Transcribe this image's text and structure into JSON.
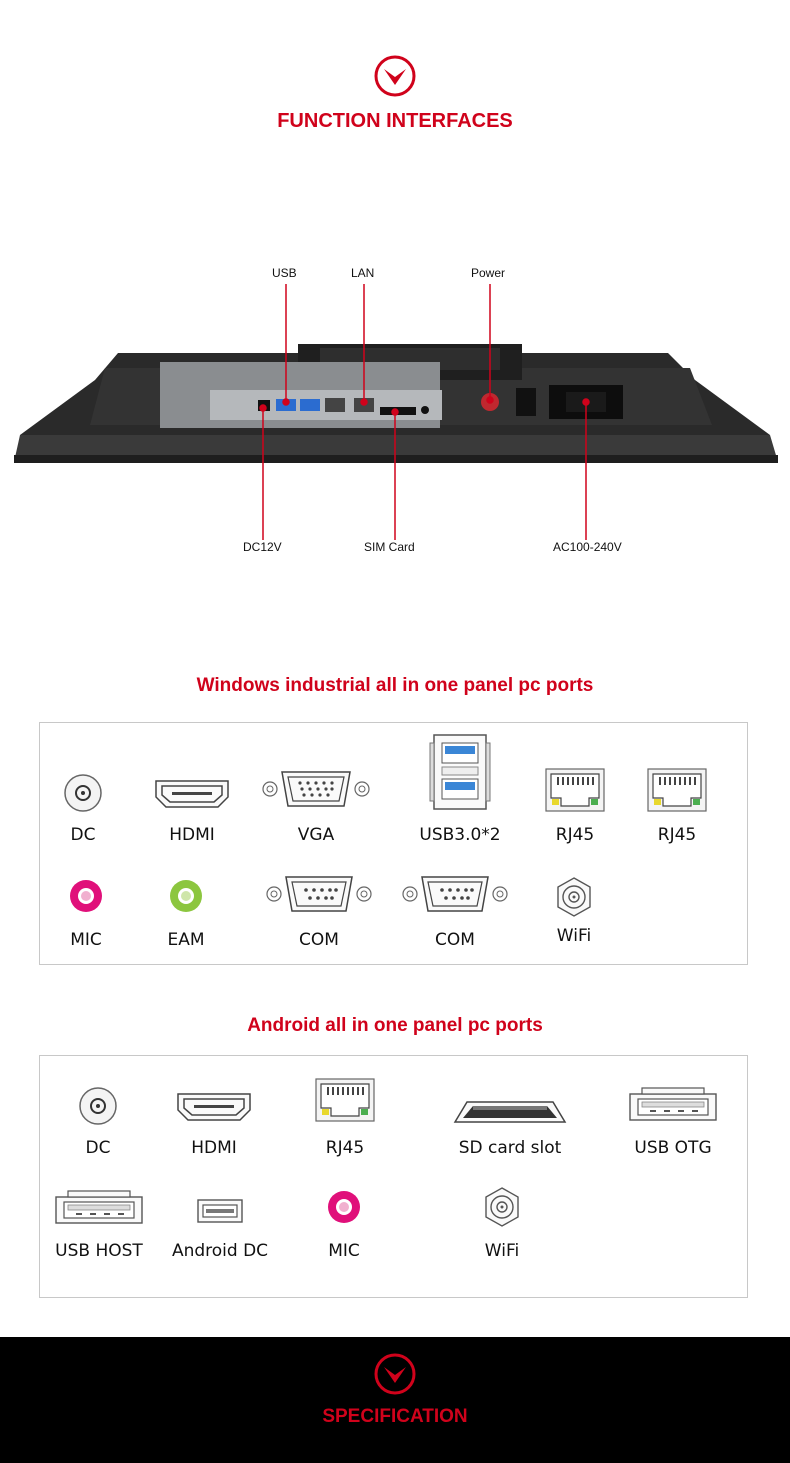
{
  "colors": {
    "accent": "#d0021b",
    "band": "#000000"
  },
  "header": {
    "title": "FUNCTION INTERFACES"
  },
  "callouts": {
    "usb": "USB",
    "lan": "LAN",
    "power": "Power",
    "dc12v": "DC12V",
    "sim": "SIM Card",
    "ac": "AC100-240V"
  },
  "windows": {
    "title": "Windows industrial all in one panel pc ports",
    "ports": [
      "DC",
      "HDMI",
      "VGA",
      "USB3.0*2",
      "RJ45",
      "RJ45",
      "MIC",
      "EAM",
      "COM",
      "COM",
      "WiFi"
    ]
  },
  "android": {
    "title": "Android all in one panel pc ports",
    "ports": [
      "DC",
      "HDMI",
      "RJ45",
      "SD card slot",
      "USB OTG",
      "USB HOST",
      "Android DC",
      "MIC",
      "WiFi"
    ]
  },
  "footer": {
    "title": "SPECIFICATION"
  }
}
